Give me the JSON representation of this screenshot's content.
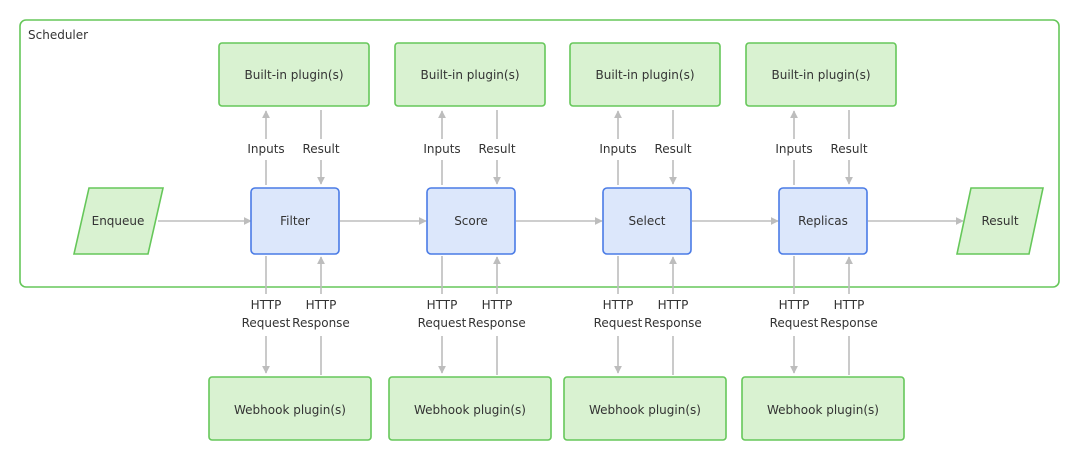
{
  "scheduler": {
    "title": "Scheduler"
  },
  "enqueue": {
    "label": "Enqueue"
  },
  "result": {
    "label": "Result"
  },
  "stages": [
    {
      "name": "Filter",
      "builtin": "Built-in plugin(s)",
      "webhook": "Webhook plugin(s)",
      "inputs": "Inputs",
      "result": "Result",
      "request": [
        "HTTP",
        "Request"
      ],
      "response": [
        "HTTP",
        "Response"
      ]
    },
    {
      "name": "Score",
      "builtin": "Built-in plugin(s)",
      "webhook": "Webhook plugin(s)",
      "inputs": "Inputs",
      "result": "Result",
      "request": [
        "HTTP",
        "Request"
      ],
      "response": [
        "HTTP",
        "Response"
      ]
    },
    {
      "name": "Select",
      "builtin": "Built-in plugin(s)",
      "webhook": "Webhook plugin(s)",
      "inputs": "Inputs",
      "result": "Result",
      "request": [
        "HTTP",
        "Request"
      ],
      "response": [
        "HTTP",
        "Response"
      ]
    },
    {
      "name": "Replicas",
      "builtin": "Built-in plugin(s)",
      "webhook": "Webhook plugin(s)",
      "inputs": "Inputs",
      "result": "Result",
      "request": [
        "HTTP",
        "Request"
      ],
      "response": [
        "HTTP",
        "Response"
      ]
    }
  ],
  "colors": {
    "green_fill": "#d9f2d1",
    "green_stroke": "#66c75a",
    "blue_fill": "#dce7fb",
    "blue_stroke": "#4a7be6",
    "arrow": "#bdbdbd"
  }
}
